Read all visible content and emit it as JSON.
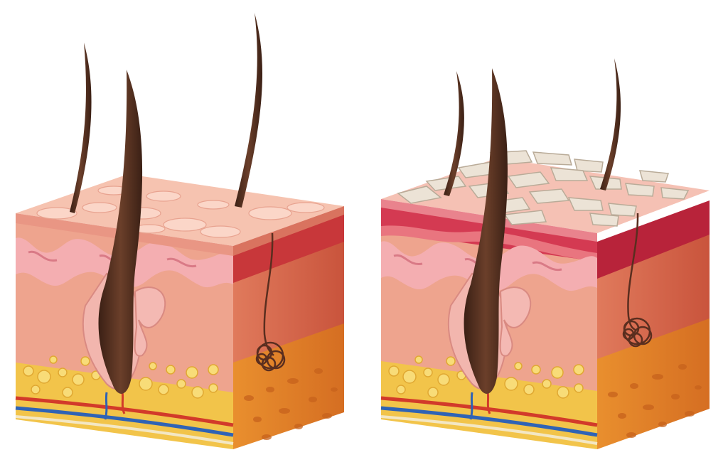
{
  "diagram": {
    "kind": "skin-cross-section-comparison",
    "blocks": [
      {
        "id": "healthy-skin",
        "surface": "smooth"
      },
      {
        "id": "damaged-skin",
        "surface": "flaking"
      }
    ]
  },
  "colors": {
    "background": "#ffffff",
    "epidermis_top": "#f6c3b0",
    "epidermis_side": "#e99684",
    "dermis_front": "#eea48e",
    "dermis_side": "#d8553f",
    "papillae": "#f4aeb1",
    "fat": "#f2c44a",
    "fat_side": "#e58a2c",
    "hair": "#4a2a1c",
    "artery": "#d23a2a",
    "vein": "#2f63b5",
    "inflamed": "#d43a52",
    "scale": "#e9dfd3"
  }
}
